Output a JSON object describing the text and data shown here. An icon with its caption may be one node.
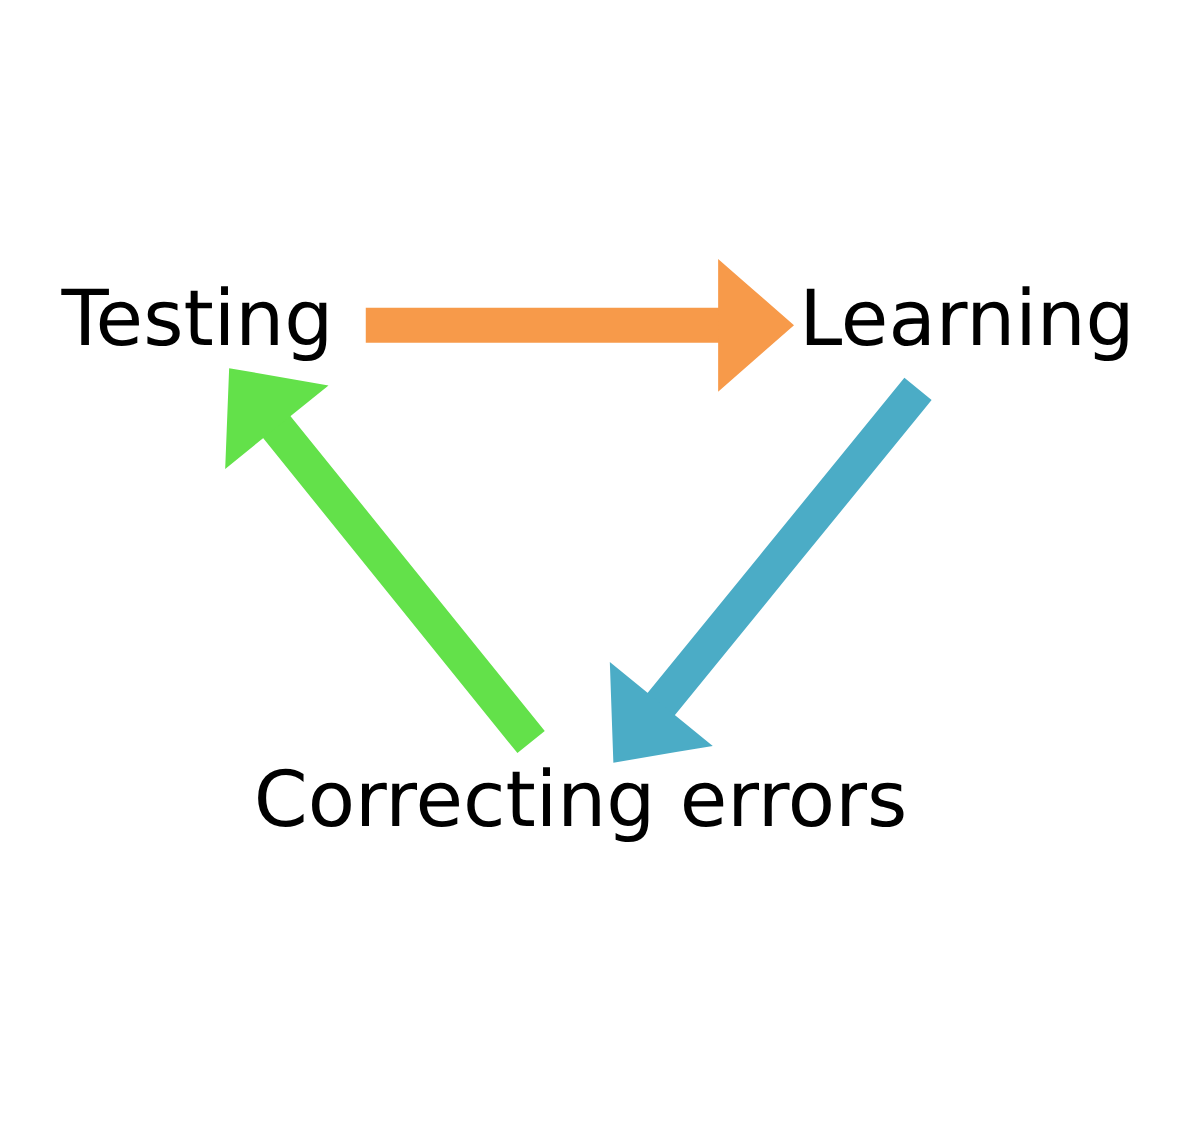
{
  "diagram": {
    "nodes": [
      {
        "text": [
          "Testing"
        ]
      },
      {
        "text": [
          "Learning"
        ]
      },
      {
        "text": [
          "Correcting errors"
        ]
      }
    ],
    "edges": [
      {
        "from": 0,
        "to": 1,
        "arrow": "to",
        "color": "#f79a4a"
      },
      {
        "from": 1,
        "to": 2,
        "arrow": "to",
        "color": "#4bacc6"
      },
      {
        "from": 2,
        "to": 0,
        "arrow": "to",
        "color": "#63e14a"
      }
    ]
  }
}
